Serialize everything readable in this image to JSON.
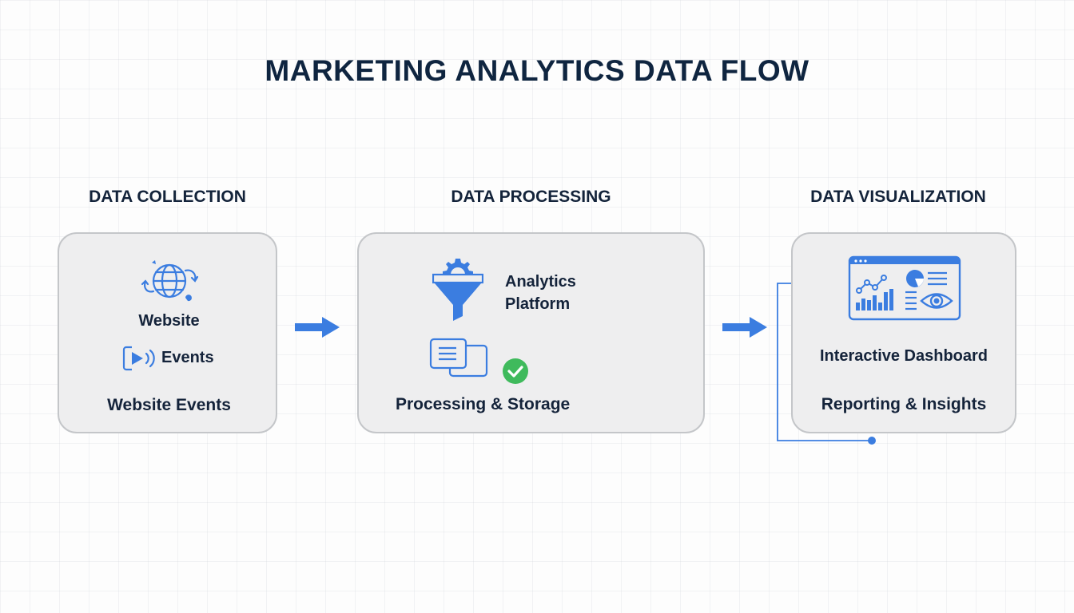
{
  "diagram": {
    "title": "MARKETING ANALYTICS DATA FLOW",
    "accent_color": "#3b7de0",
    "success_color": "#3fba5c",
    "stages": [
      {
        "heading": "DATA COLLECTION",
        "items": [
          {
            "icon": "globe-sync-icon",
            "label": "Website"
          },
          {
            "icon": "play-broadcast-icon",
            "label": "Events"
          }
        ],
        "caption": "Website Events"
      },
      {
        "heading": "DATA PROCESSING",
        "items": [
          {
            "icon": "funnel-gear-icon",
            "label_lines": [
              "Analytics",
              "Platform"
            ]
          },
          {
            "icon": "documents-icon",
            "label": ""
          },
          {
            "icon": "check-circle-icon",
            "label": ""
          }
        ],
        "caption": "Processing & Storage"
      },
      {
        "heading": "DATA VISUALIZATION",
        "items": [
          {
            "icon": "dashboard-icon",
            "label": "Interactive Dashboard"
          }
        ],
        "caption": "Reporting & Insights"
      }
    ],
    "connectors": [
      {
        "from": "DATA COLLECTION",
        "to": "DATA PROCESSING",
        "type": "arrow"
      },
      {
        "from": "DATA PROCESSING",
        "to": "DATA VISUALIZATION",
        "type": "arrow"
      },
      {
        "from": "DATA VISUALIZATION",
        "to": "DATA VISUALIZATION",
        "type": "feedback-loop"
      }
    ]
  }
}
